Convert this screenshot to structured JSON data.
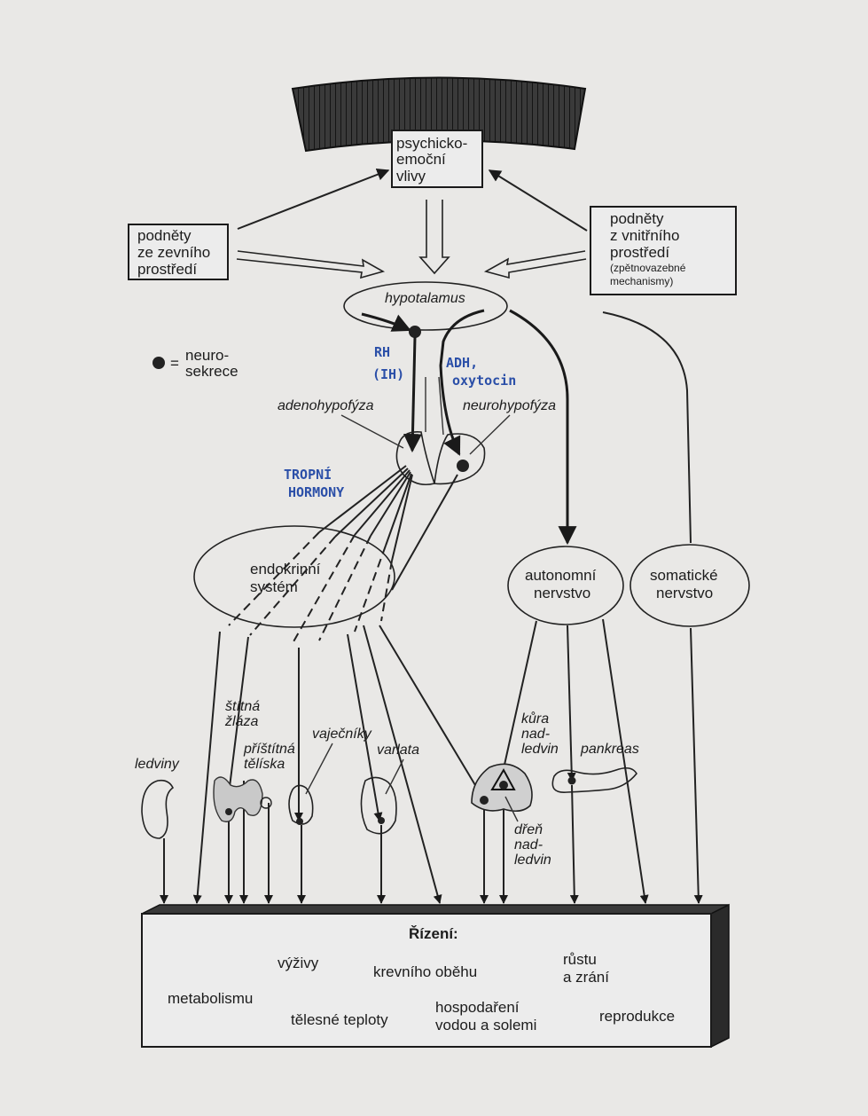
{
  "top_box": {
    "line1": "psychicko-",
    "line2": "emoční",
    "line3": "vlivy"
  },
  "external_stimuli": {
    "line1": "podněty",
    "line2": "ze zevního",
    "line3": "prostředí"
  },
  "internal_stimuli": {
    "line1": "podněty",
    "line2": "z vnitřního",
    "line3": "prostředí",
    "line4": "(zpětnovazebné",
    "line5": "mechanismy)"
  },
  "hypothalamus": "hypotalamus",
  "legend": {
    "symbol": "=",
    "line1": "neuro-",
    "line2": "sekrece"
  },
  "annotations": {
    "rh": "RH",
    "ih": "(IH)",
    "adh": "ADH,",
    "oxytocin": "oxytocin",
    "tropni": "TROPNÍ",
    "hormony": "HORMONY"
  },
  "adenohypophysis": "adenohypofýza",
  "neurohypophysis": "neurohypofýza",
  "endocrine": {
    "line1": "endokrinní",
    "line2": "systém"
  },
  "autonomic": {
    "line1": "autonomní",
    "line2": "nervstvo"
  },
  "somatic": {
    "line1": "somatické",
    "line2": "nervstvo"
  },
  "organs": {
    "kidneys": "ledviny",
    "thyroid1": "štítná",
    "thyroid2": "žláza",
    "parathyroid1": "příštítná",
    "parathyroid2": "tělíska",
    "ovaries": "vaječníky",
    "testes": "varlata",
    "adrenal_cortex1": "kůra",
    "adrenal_cortex2": "nad-",
    "adrenal_cortex3": "ledvin",
    "pancreas": "pankreas",
    "adrenal_medulla1": "dřeň",
    "adrenal_medulla2": "nad-",
    "adrenal_medulla3": "ledvin"
  },
  "control": {
    "title": "Řízení:",
    "metabolism": "metabolismu",
    "nutrition": "výživy",
    "circulation": "krevního oběhu",
    "growth1": "růstu",
    "growth2": "a zrání",
    "temperature": "tělesné teploty",
    "water1": "hospodaření",
    "water2": "vodou a solemi",
    "reproduction": "reprodukce"
  }
}
